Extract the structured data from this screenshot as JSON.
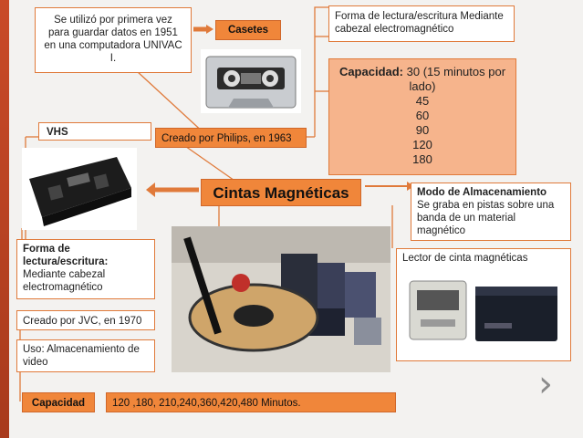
{
  "nodes": {
    "history": "Se utilizó por primera vez para guardar datos en 1951 en una computadora UNIVAC I.",
    "casetes": "Casetes",
    "forma_top": "Forma de lectura/escritura Mediante cabezal electromagnético",
    "capacidad_title": "Capacidad:",
    "capacidad_first": "30 (15 minutos por lado)",
    "capacidad_values": [
      "45",
      "60",
      "90",
      "120",
      "180"
    ],
    "philips": "Creado por Philips, en 1963",
    "vhs": "VHS",
    "main": "Cintas Magnéticas",
    "modo_title": "Modo de Almacenamiento",
    "modo_text": "Se graba en pistas sobre una banda de un material magnético",
    "forma_left_title": "Forma de lectura/escritura:",
    "forma_left_text": "Mediante cabezal electromagnético",
    "jvc": "Creado por JVC, en 1970",
    "uso": "Uso:  Almacenamiento de video",
    "capacidad_label": "Capacidad",
    "capacidad_vhs": "120 ,180, 210,240,360,420,480 Minutos.",
    "lector": "Lector de cinta magnéticas"
  },
  "icons": {
    "next": "chevron-right-icon"
  },
  "colors": {
    "accent": "#f0863a",
    "peach": "#f6b48c",
    "sidebar": "#c94a28"
  }
}
